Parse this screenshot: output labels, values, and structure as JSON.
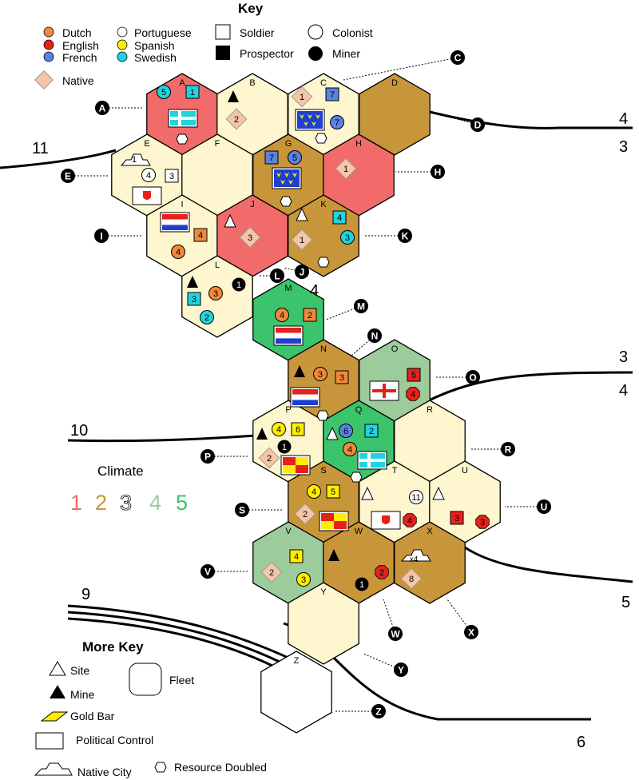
{
  "key": {
    "title": "Key",
    "nations": [
      {
        "label": "Dutch",
        "color": "#f0883a"
      },
      {
        "label": "English",
        "color": "#e8201c"
      },
      {
        "label": "French",
        "color": "#5a82e0"
      },
      {
        "label": "Portuguese",
        "color": "#ffffff"
      },
      {
        "label": "Spanish",
        "color": "#ffee00"
      },
      {
        "label": "Swedish",
        "color": "#1fd4e0"
      }
    ],
    "native": "Native",
    "soldier": "Soldier",
    "prospector": "Prospector",
    "colonist": "Colonist",
    "miner": "Miner"
  },
  "climate": {
    "title": "Climate",
    "levels": [
      {
        "label": "1",
        "color": "#f26b6b"
      },
      {
        "label": "2",
        "color": "#c8963a"
      },
      {
        "label": "3",
        "color": "#ffffff"
      },
      {
        "label": "4",
        "color": "#9ccc9c"
      },
      {
        "label": "5",
        "color": "#3cc46c"
      }
    ]
  },
  "more_key": {
    "title": "More Key",
    "site": "Site",
    "mine": "Mine",
    "fleet": "Fleet",
    "gold_bar": "Gold Bar",
    "political_control": "Political Control",
    "native_city": "Native City",
    "resource_doubled": "Resource Doubled"
  },
  "border_numbers": {
    "n11": "11",
    "n4a": "4",
    "n3a": "3",
    "n4b": "4",
    "n3b": "3",
    "n4c": "4",
    "n10": "10",
    "n5": "5",
    "n9": "9",
    "n6": "6"
  },
  "native_city_count": "x4",
  "hexes": [
    {
      "id": "A",
      "color": "#f26b6b"
    },
    {
      "id": "B",
      "color": "#fdf6cf"
    },
    {
      "id": "C",
      "color": "#fdf6cf"
    },
    {
      "id": "D",
      "color": "#c8963a"
    },
    {
      "id": "E",
      "color": "#fdf6cf"
    },
    {
      "id": "F",
      "color": "#fdf6cf"
    },
    {
      "id": "G",
      "color": "#c8963a"
    },
    {
      "id": "H",
      "color": "#f26b6b"
    },
    {
      "id": "I",
      "color": "#fdf6cf"
    },
    {
      "id": "J",
      "color": "#f26b6b"
    },
    {
      "id": "K",
      "color": "#c8963a"
    },
    {
      "id": "L",
      "color": "#fdf6cf"
    },
    {
      "id": "M",
      "color": "#3cc46c"
    },
    {
      "id": "N",
      "color": "#c8963a"
    },
    {
      "id": "O",
      "color": "#9ccc9c"
    },
    {
      "id": "P",
      "color": "#fdf6cf"
    },
    {
      "id": "Q",
      "color": "#3cc46c"
    },
    {
      "id": "R",
      "color": "#fdf6cf"
    },
    {
      "id": "S",
      "color": "#c8963a"
    },
    {
      "id": "T",
      "color": "#fdf6cf"
    },
    {
      "id": "U",
      "color": "#fdf6cf"
    },
    {
      "id": "V",
      "color": "#9ccc9c"
    },
    {
      "id": "W",
      "color": "#c8963a"
    },
    {
      "id": "X",
      "color": "#c8963a"
    },
    {
      "id": "Y",
      "color": "#fdf6cf"
    },
    {
      "id": "Z",
      "color": "#ffffff"
    }
  ],
  "units": {
    "A_sw": "5",
    "A_so": "1",
    "B_na": "2",
    "C_na": "1",
    "C_fr": "7",
    "C_fc": "7",
    "E_nc": "1",
    "E_pc": "4",
    "E_ps": "3",
    "G_fr": "7",
    "G_fc": "5",
    "H_na": "1",
    "I_ds": "4",
    "I_dc": "4",
    "J_na": "3",
    "K_sw": "4",
    "K_sc": "3",
    "K_na": "1",
    "L_dc": "3",
    "L_mi": "1",
    "L_sw": "3",
    "L_sc": "2",
    "M_dc": "4",
    "M_ds": "2",
    "N_dc": "3",
    "N_ds": "3",
    "O_es": "5",
    "O_ec": "4",
    "P_yc": "4",
    "P_ys": "6",
    "P_mi": "1",
    "P_na": "2",
    "Q_fc": "6",
    "Q_sw": "2",
    "Q_dc": "4",
    "S_yc": "4",
    "S_ys": "5",
    "S_na": "2",
    "T_pc": "11",
    "T_ec": "4",
    "U_es": "3",
    "U_ec": "3",
    "V_ys": "4",
    "V_yc": "3",
    "V_na": "2",
    "W_mi": "1",
    "W_ec": "2",
    "X_na": "8"
  }
}
